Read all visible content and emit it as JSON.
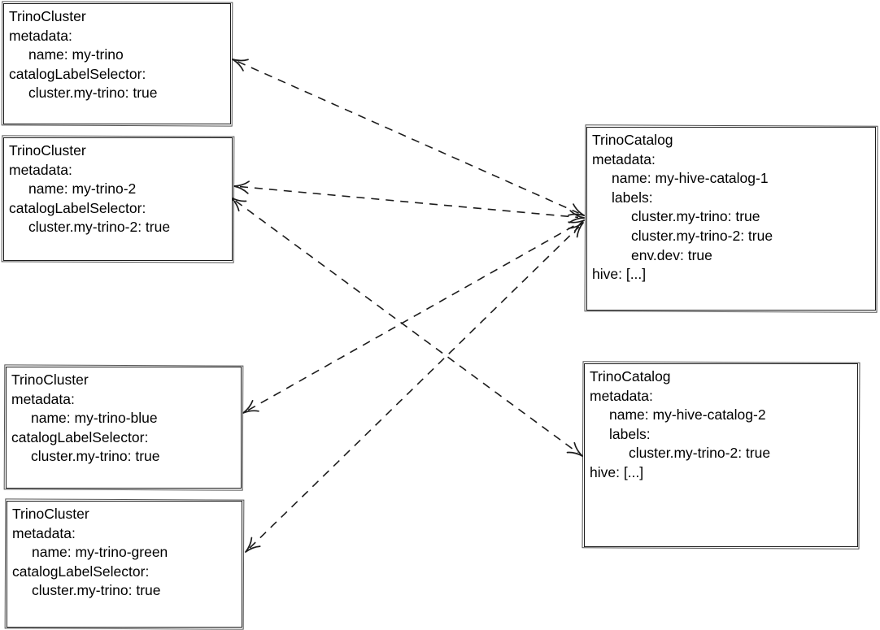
{
  "diagram": {
    "colors": {
      "background": "#ffffff",
      "stroke": "#1c1c1c",
      "text": "#000000"
    },
    "nodes": [
      {
        "id": "trino-cluster-my-trino",
        "kind": "TrinoCluster",
        "lines": [
          {
            "text": "TrinoCluster",
            "indent": 0
          },
          {
            "text": "metadata:",
            "indent": 0
          },
          {
            "text": "name: my-trino",
            "indent": 1
          },
          {
            "text": "catalogLabelSelector:",
            "indent": 0
          },
          {
            "text": "cluster.my-trino: true",
            "indent": 1
          }
        ]
      },
      {
        "id": "trino-cluster-my-trino-2",
        "kind": "TrinoCluster",
        "lines": [
          {
            "text": "TrinoCluster",
            "indent": 0
          },
          {
            "text": "metadata:",
            "indent": 0
          },
          {
            "text": "name: my-trino-2",
            "indent": 1
          },
          {
            "text": "catalogLabelSelector:",
            "indent": 0
          },
          {
            "text": "cluster.my-trino-2: true",
            "indent": 1
          }
        ]
      },
      {
        "id": "trino-cluster-my-trino-blue",
        "kind": "TrinoCluster",
        "lines": [
          {
            "text": "TrinoCluster",
            "indent": 0
          },
          {
            "text": "metadata:",
            "indent": 0
          },
          {
            "text": "name: my-trino-blue",
            "indent": 1
          },
          {
            "text": "catalogLabelSelector:",
            "indent": 0
          },
          {
            "text": "cluster.my-trino: true",
            "indent": 1
          }
        ]
      },
      {
        "id": "trino-cluster-my-trino-green",
        "kind": "TrinoCluster",
        "lines": [
          {
            "text": "TrinoCluster",
            "indent": 0
          },
          {
            "text": "metadata:",
            "indent": 0
          },
          {
            "text": "name: my-trino-green",
            "indent": 1
          },
          {
            "text": "catalogLabelSelector:",
            "indent": 0
          },
          {
            "text": "cluster.my-trino: true",
            "indent": 1
          }
        ]
      },
      {
        "id": "trino-catalog-1",
        "kind": "TrinoCatalog",
        "lines": [
          {
            "text": "TrinoCatalog",
            "indent": 0
          },
          {
            "text": "metadata:",
            "indent": 0
          },
          {
            "text": "name: my-hive-catalog-1",
            "indent": 1
          },
          {
            "text": "labels:",
            "indent": 1
          },
          {
            "text": "cluster.my-trino: true",
            "indent": 2
          },
          {
            "text": "cluster.my-trino-2: true",
            "indent": 2
          },
          {
            "text": "env.dev: true",
            "indent": 2
          },
          {
            "text": "hive: [...]",
            "indent": 0
          }
        ]
      },
      {
        "id": "trino-catalog-2",
        "kind": "TrinoCatalog",
        "lines": [
          {
            "text": "TrinoCatalog",
            "indent": 0
          },
          {
            "text": "metadata:",
            "indent": 0
          },
          {
            "text": "name: my-hive-catalog-2",
            "indent": 1
          },
          {
            "text": "labels:",
            "indent": 1
          },
          {
            "text": "cluster.my-trino-2: true",
            "indent": 2
          },
          {
            "text": "hive: [...]",
            "indent": 0
          }
        ]
      }
    ],
    "edges": [
      {
        "id": "e1",
        "from": "trino-cluster-my-trino",
        "to": "trino-catalog-1",
        "style": "dashed",
        "arrows": "both"
      },
      {
        "id": "e2",
        "from": "trino-cluster-my-trino-2",
        "to": "trino-catalog-1",
        "style": "dashed",
        "arrows": "both"
      },
      {
        "id": "e3",
        "from": "trino-cluster-my-trino-blue",
        "to": "trino-catalog-1",
        "style": "dashed",
        "arrows": "both"
      },
      {
        "id": "e4",
        "from": "trino-cluster-my-trino-green",
        "to": "trino-catalog-1",
        "style": "dashed",
        "arrows": "both"
      },
      {
        "id": "e5",
        "from": "trino-cluster-my-trino-2",
        "to": "trino-catalog-2",
        "style": "dashed",
        "arrows": "both"
      }
    ]
  }
}
